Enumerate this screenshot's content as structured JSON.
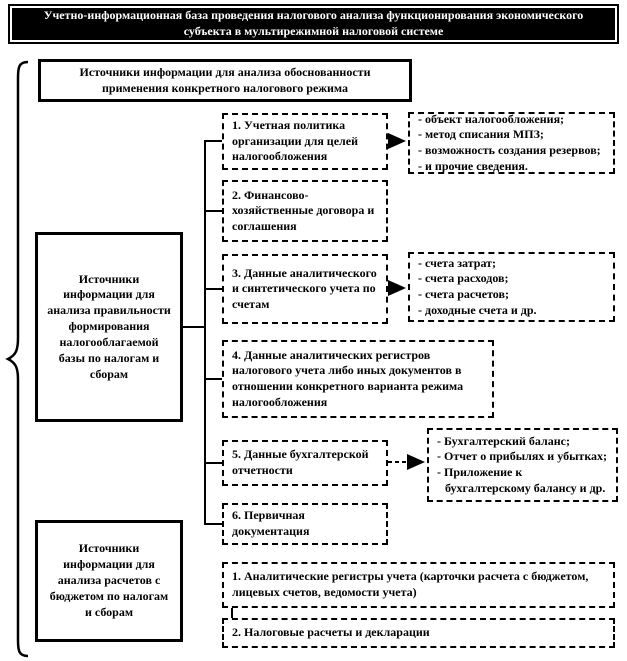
{
  "colors": {
    "border": "#000000",
    "title_bg": "#000000",
    "title_fg": "#ffffff"
  },
  "title": {
    "text": "Учетно-информационная база проведения налогового анализа функционирования экономического субъекта в мультирежимной налоговой системе"
  },
  "top_box": {
    "text": "Источники информации для анализа обоснованности применения конкретного налогового режима"
  },
  "left_column": {
    "tax_base_box": {
      "text": "Источники информации для анализа правильности формирования налогооблагаемой базы по налогам и сборам"
    },
    "budget_box": {
      "text": "Источники информации для анализа расчетов с бюджетом по налогам и сборам"
    }
  },
  "middle_boxes": [
    {
      "text": "1. Учетная политика организации для целей налогообложения"
    },
    {
      "text": "2. Финансово-хозяйственные договора и соглашения"
    },
    {
      "text": "3. Данные аналитического и синтетического учета по счетам"
    },
    {
      "text": "4. Данные аналитических регистров налогового учета либо иных документов в отношении конкретного варианта режима налогообложения"
    },
    {
      "text": "5. Данные бухгалтерской отчетности"
    },
    {
      "text": "6. Первичная документация"
    }
  ],
  "bottom_boxes": [
    {
      "text": "1. Аналитические регистры учета (карточки расчета с бюджетом, лицевых счетов, ведомости учета)"
    },
    {
      "text": "2. Налоговые расчеты и декларации"
    }
  ],
  "right_boxes": [
    {
      "items": [
        "- объект налогообложения;",
        "- метод списания МПЗ;",
        "- возможность создания резервов;",
        "- и прочие сведения."
      ]
    },
    {
      "items": [
        "- счета затрат;",
        "- счета расходов;",
        "- счета расчетов;",
        "- доходные счета и др."
      ]
    },
    {
      "items": [
        "- Бухгалтерский баланс;",
        "- Отчет о прибылях и убытках;",
        "- Приложение к бухгалтерскому балансу и др."
      ]
    }
  ]
}
